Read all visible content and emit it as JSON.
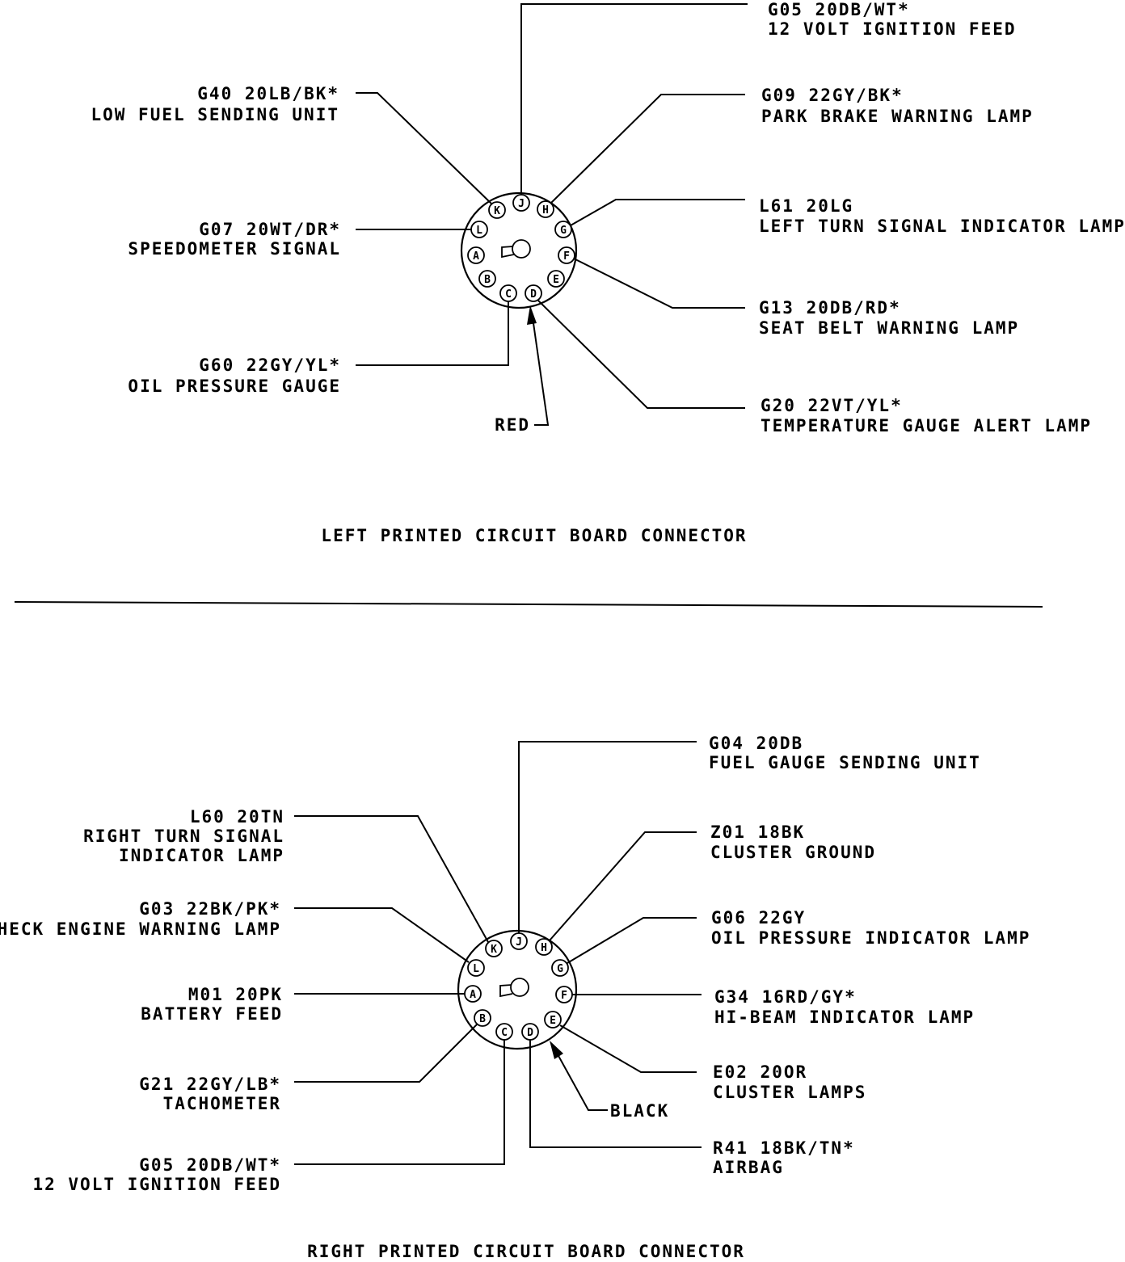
{
  "connectors": [
    {
      "id": "left",
      "title": "LEFT PRINTED CIRCUIT BOARD CONNECTOR",
      "pins": [
        "K",
        "J",
        "H",
        "G",
        "F",
        "E",
        "D",
        "C",
        "B",
        "A",
        "L"
      ],
      "indicator": "RED",
      "circuits": [
        {
          "pin": "J",
          "code": "G05 20DB/WT*",
          "desc": [
            "12 VOLT IGNITION FEED"
          ]
        },
        {
          "pin": "K",
          "code": "G40 20LB/BK*",
          "desc": [
            "LOW FUEL SENDING UNIT"
          ]
        },
        {
          "pin": "H",
          "code": "G09 22GY/BK*",
          "desc": [
            "PARK BRAKE WARNING LAMP"
          ]
        },
        {
          "pin": "L",
          "code": "G07 20WT/DR*",
          "desc": [
            "SPEEDOMETER SIGNAL"
          ]
        },
        {
          "pin": "G",
          "code": "L61 20LG",
          "desc": [
            "LEFT TURN SIGNAL INDICATOR LAMP"
          ]
        },
        {
          "pin": "F",
          "code": "G13 20DB/RD*",
          "desc": [
            "SEAT BELT WARNING LAMP"
          ]
        },
        {
          "pin": "C",
          "code": "G60 22GY/YL*",
          "desc": [
            "OIL PRESSURE GAUGE"
          ]
        },
        {
          "pin": "D",
          "code": "G20 22VT/YL*",
          "desc": [
            "TEMPERATURE GAUGE ALERT LAMP"
          ]
        }
      ]
    },
    {
      "id": "right",
      "title": "RIGHT PRINTED CIRCUIT BOARD CONNECTOR",
      "pins": [
        "K",
        "J",
        "H",
        "G",
        "F",
        "E",
        "D",
        "C",
        "B",
        "A",
        "L"
      ],
      "indicator": "BLACK",
      "circuits": [
        {
          "pin": "J",
          "code": "G04 20DB",
          "desc": [
            "FUEL GAUGE SENDING UNIT"
          ]
        },
        {
          "pin": "K",
          "code": "L60 20TN",
          "desc": [
            "RIGHT TURN SIGNAL",
            "INDICATOR LAMP"
          ]
        },
        {
          "pin": "H",
          "code": "Z01 18BK",
          "desc": [
            "CLUSTER GROUND"
          ]
        },
        {
          "pin": "L",
          "code": "G03 22BK/PK*",
          "desc": [
            "CHECK ENGINE WARNING LAMP"
          ]
        },
        {
          "pin": "G",
          "code": "G06 22GY",
          "desc": [
            "OIL PRESSURE INDICATOR LAMP"
          ]
        },
        {
          "pin": "A",
          "code": "M01 20PK",
          "desc": [
            "BATTERY FEED"
          ]
        },
        {
          "pin": "F",
          "code": "G34 16RD/GY*",
          "desc": [
            "HI-BEAM INDICATOR LAMP"
          ]
        },
        {
          "pin": "B",
          "code": "G21 22GY/LB*",
          "desc": [
            "TACHOMETER"
          ]
        },
        {
          "pin": "E",
          "code": "E02 20OR",
          "desc": [
            "CLUSTER LAMPS"
          ]
        },
        {
          "pin": "C",
          "code": "G05 20DB/WT*",
          "desc": [
            "12 VOLT IGNITION FEED"
          ]
        },
        {
          "pin": "D",
          "code": "R41 18BK/TN*",
          "desc": [
            "AIRBAG"
          ]
        }
      ]
    }
  ]
}
